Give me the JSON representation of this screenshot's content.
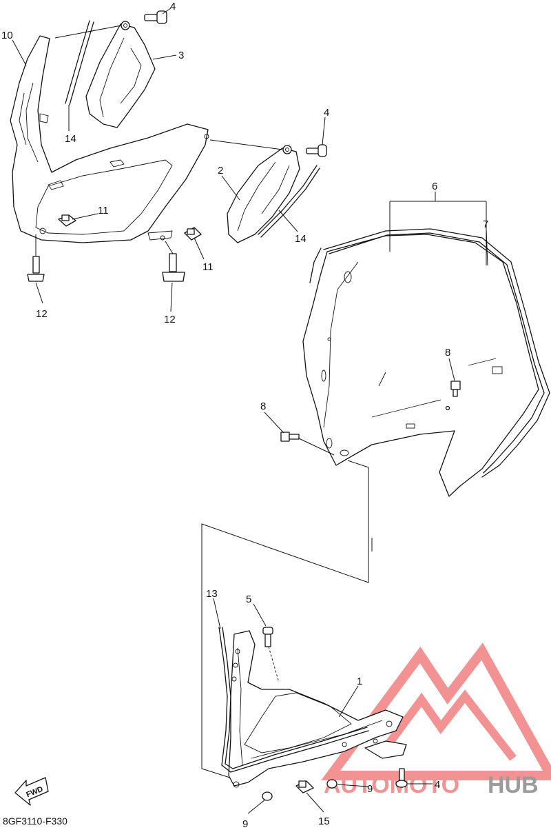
{
  "diagram": {
    "reference_code": "8GF3110-F330",
    "fwd_label": "FWD",
    "callouts": {
      "c1": "1",
      "c2": "2",
      "c3": "3",
      "c4a": "4",
      "c4b": "4",
      "c4c": "4",
      "c5": "5",
      "c6": "6",
      "c7": "7",
      "c8a": "8",
      "c8b": "8",
      "c9a": "9",
      "c9b": "9",
      "c10": "10",
      "c11a": "11",
      "c11b": "11",
      "c12a": "12",
      "c12b": "12",
      "c13": "13",
      "c14a": "14",
      "c14b": "14",
      "c15": "15"
    }
  },
  "watermark": {
    "text_part1": "AUTOMOTO",
    "text_part2": "HUB",
    "color_red": "#f08080",
    "color_gray": "#8a8a8a"
  }
}
